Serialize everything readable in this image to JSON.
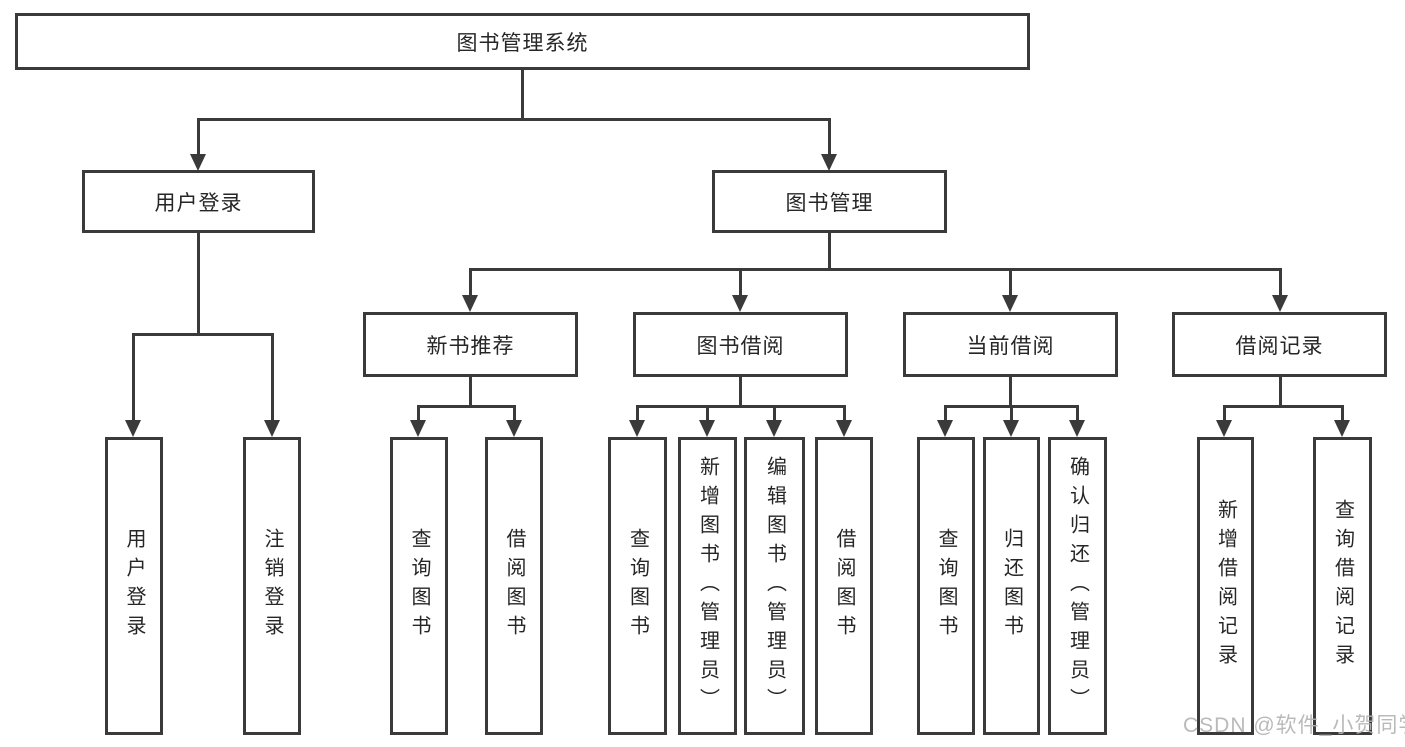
{
  "diagram": {
    "root": "图书管理系统",
    "branches": [
      {
        "label": "用户登录",
        "leaves": [
          "用户登录",
          "注销登录"
        ]
      },
      {
        "label": "图书管理",
        "groups": [
          {
            "label": "新书推荐",
            "leaves": [
              "查询图书",
              "借阅图书"
            ]
          },
          {
            "label": "图书借阅",
            "leaves": [
              "查询图书",
              "新增图书（管理员）",
              "编辑图书（管理员）",
              "借阅图书"
            ]
          },
          {
            "label": "当前借阅",
            "leaves": [
              "查询图书",
              "归还图书",
              "确认归还（管理员）"
            ]
          },
          {
            "label": "借阅记录",
            "leaves": [
              "新增借阅记录",
              "查询借阅记录"
            ]
          }
        ]
      }
    ]
  },
  "watermark": {
    "text": "CSDN @软件_小贺同学"
  },
  "colors": {
    "line": "#3a3a3a",
    "text": "#262626",
    "box_bg": "#ffffff",
    "watermark": "#b3b3b3"
  }
}
